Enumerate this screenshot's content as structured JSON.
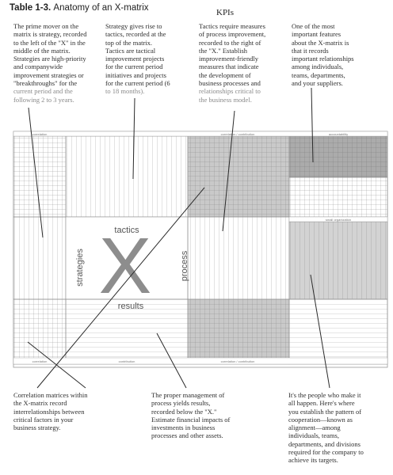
{
  "title": {
    "prefix": "Table 1-3.",
    "text": "Anatomy of an X-matrix"
  },
  "header_kpi": "KPIs",
  "notes": {
    "strategy": {
      "text": "The prime mover on the\nmatrix is strategy, recorded\nto the left of the \"X\" in the\nmiddle of the matrix.\nStrategies are high-priority\nand companywide\nimprovement strategies or\n\"breakthroughs\" for the",
      "faded": "current period and the\nfollowing 2 to 3 years."
    },
    "tactics": {
      "text": "Strategy gives rise to\ntactics, recorded at the\ntop of the matrix.\nTactics are tactical\nimprovement projects\nfor the current period\ninitiatives and projects\nfor the current period (6",
      "faded": "to 18 months)."
    },
    "process": {
      "text": "Tactics require measures\nof process improvement,\nrecorded to the right of\nthe \"X.\" Establish\nimprovement-friendly\nmeasures that indicate\nthe development of\nbusiness processes and",
      "faded": "relationships critical to\nthe business model."
    },
    "people": {
      "text": "One of the most\nimportant features\nabout the X-matrix is\nthat it records\nimportant relationships\namong individuals,\nteams, departments,\nand your suppliers.",
      "faded": ""
    },
    "correlation": {
      "text": "Correlation matrices within\nthe X-matrix record\ninterrelationships between\ncritical factors in your\nbusiness strategy."
    },
    "results": {
      "text": "The proper management of\nprocess yields results,\nrecorded below the \"X.\"\nEstimate financial impacts of\ninvestments in business\nprocesses and other assets."
    },
    "targets": {
      "text": "It's the people who make it\nall happen. Here's where\nyou establish the pattern of\ncooperation—known as\nalignment—among\nindividuals, teams,\ndepartments, and divisions\nrequired for the company to\nachieve its targets."
    }
  },
  "matrix": {
    "center_letter": "X",
    "tactics_label": "tactics",
    "results_label": "results",
    "strategies_label": "strategies",
    "process_label": "process",
    "small_labels": {
      "top_left": "correlation",
      "top_right": "correlation / contribution",
      "top_far_right": "accountability",
      "mid_right": "small organization",
      "bottom_left": "correlation",
      "bottom_mid": "contribution",
      "bottom_right": "correlation / contribution"
    }
  },
  "colors": {
    "grid_line": "#9a9a9a",
    "shade": "#c9c9c9",
    "shade_dark": "#a9a9a9",
    "text": "#2a2a2a"
  }
}
